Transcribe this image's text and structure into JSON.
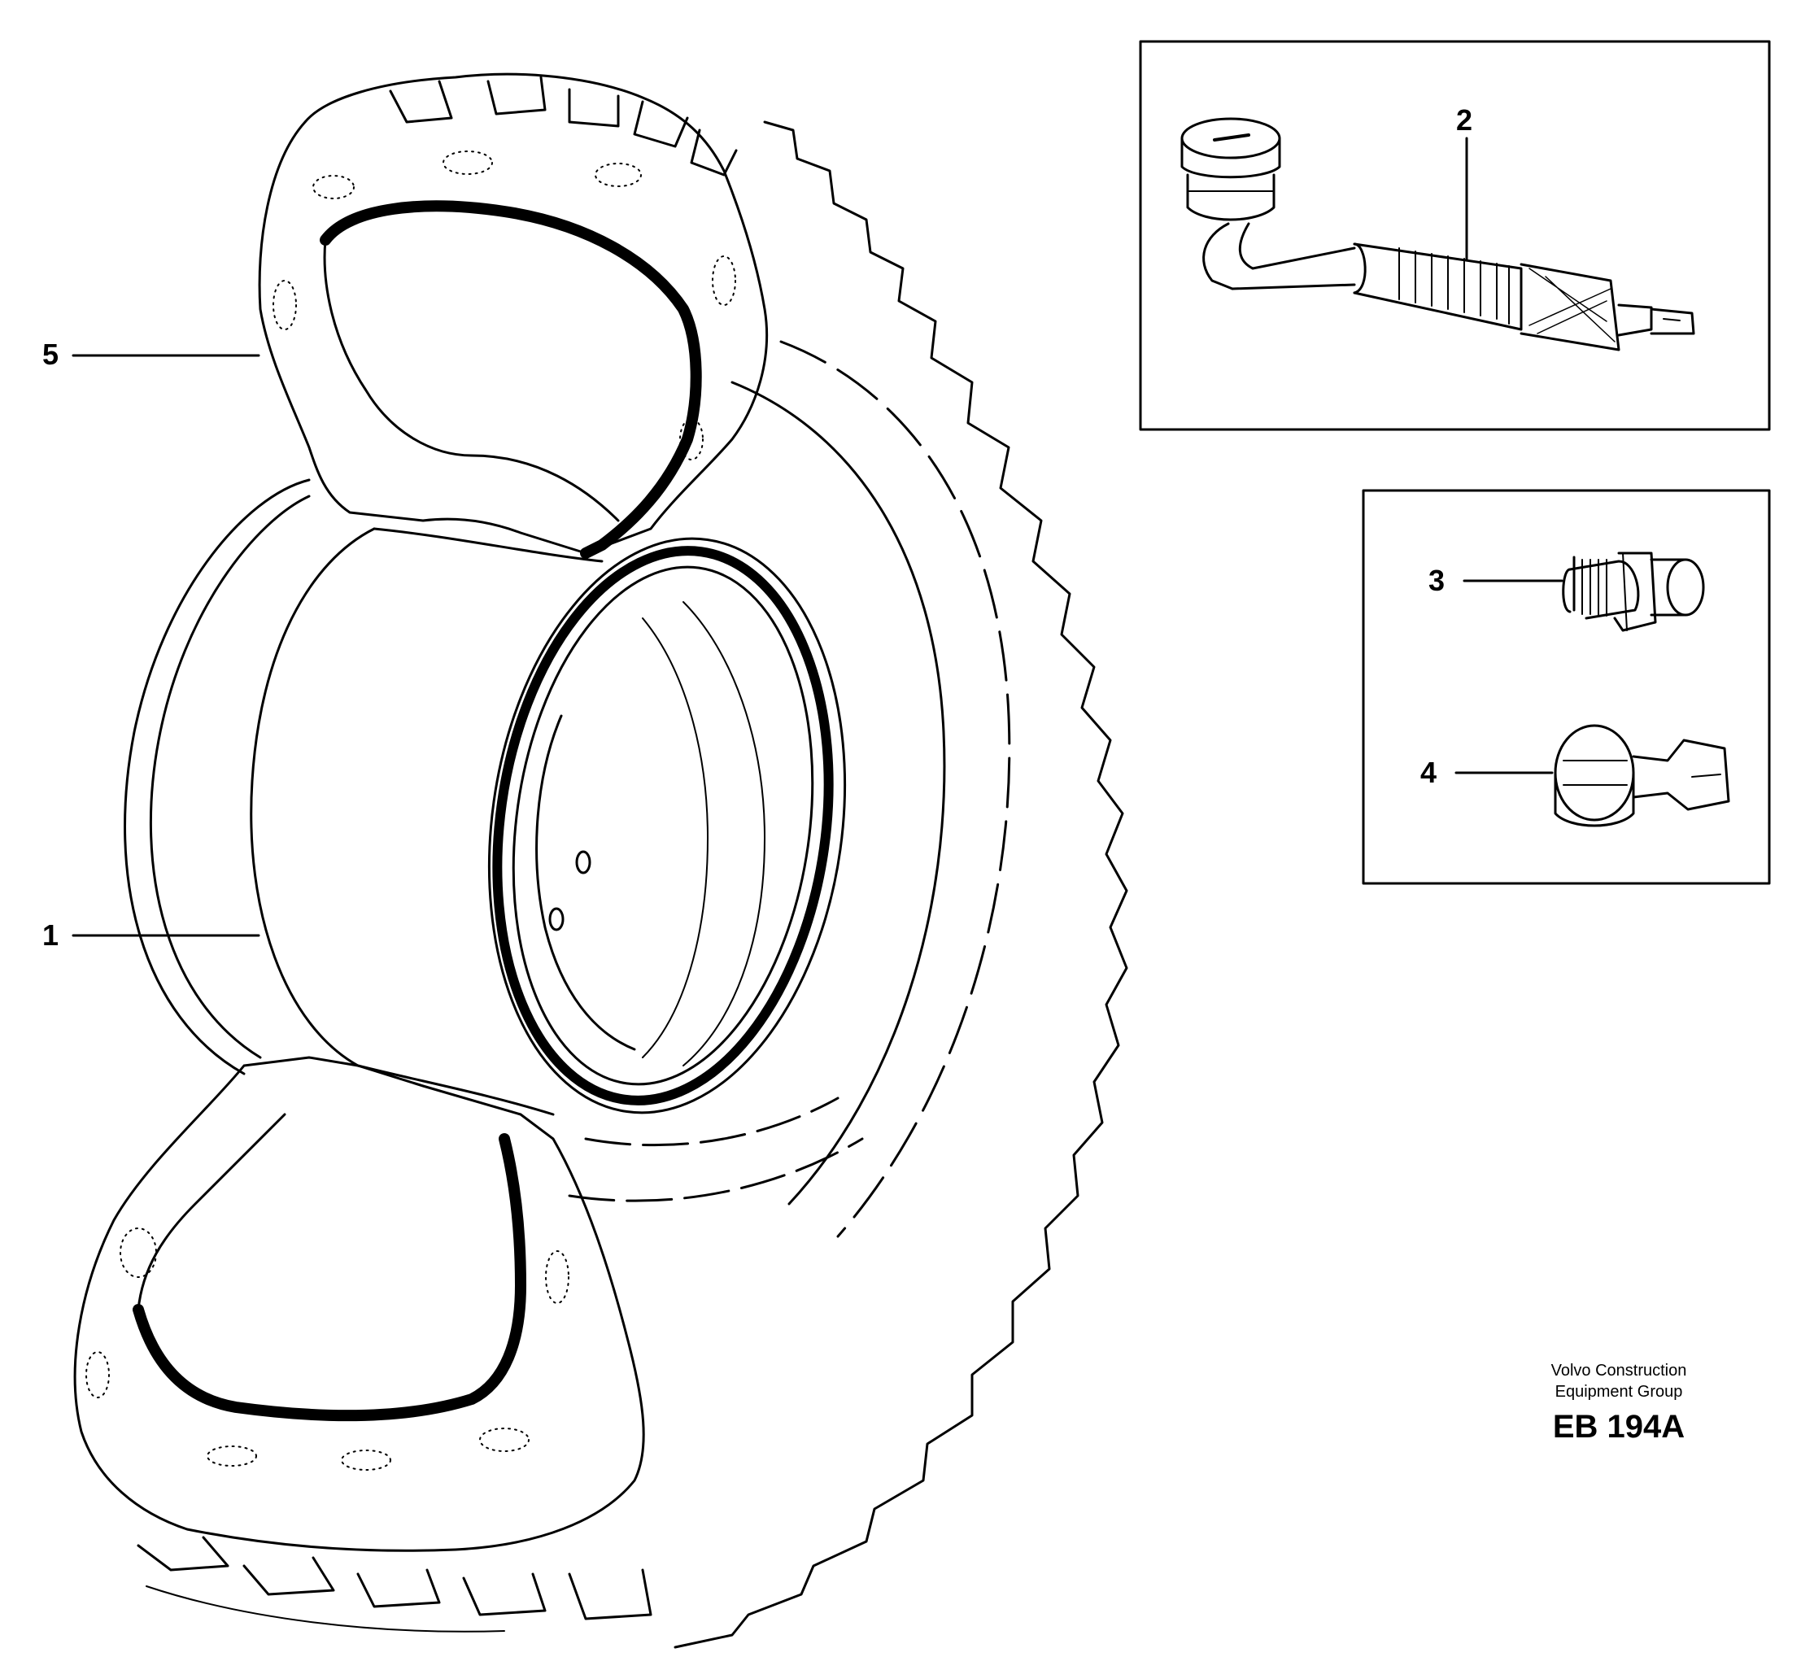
{
  "callouts": {
    "c1": "1",
    "c2": "2",
    "c3": "3",
    "c4": "4",
    "c5": "5"
  },
  "credit": {
    "line1": "Volvo Construction",
    "line2": "Equipment Group",
    "code": "EB 194A"
  },
  "icons": {
    "tire": "tire-icon",
    "rim": "wheel-rim-icon",
    "valve": "angled-valve-icon",
    "nipple": "valve-nipple-icon",
    "cap": "valve-cap-icon"
  }
}
